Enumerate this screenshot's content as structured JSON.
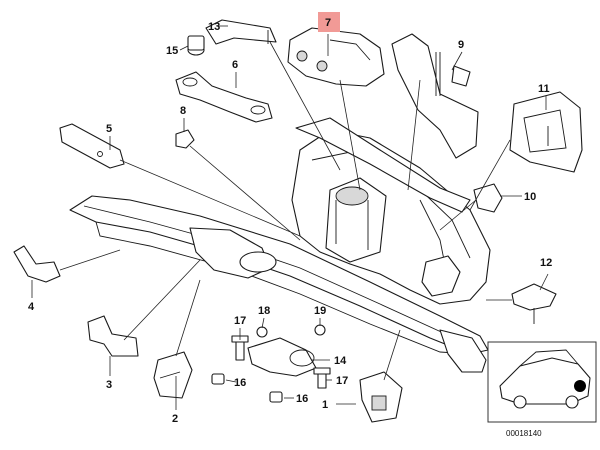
{
  "diagram": {
    "highlight_color": "#f19a96",
    "highlighted_callout": "7",
    "callouts": [
      "1",
      "2",
      "3",
      "4",
      "5",
      "6",
      "7",
      "8",
      "9",
      "10",
      "11",
      "12",
      "13",
      "14",
      "15",
      "16",
      "16",
      "17",
      "17",
      "18",
      "19"
    ],
    "reference_code": "00018140"
  }
}
